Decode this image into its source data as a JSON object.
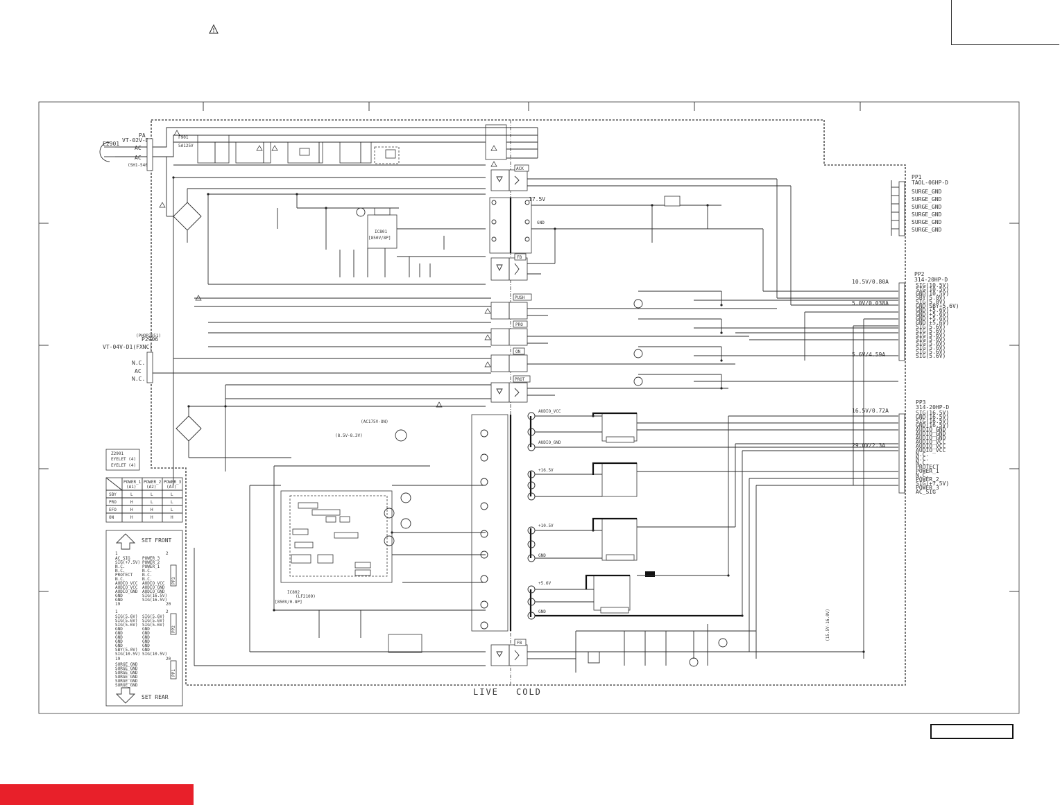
{
  "colors": {
    "accent_red": "#e8202a",
    "wire": "#2a2a2a"
  },
  "icons": {
    "warning": "warning-triangle-icon"
  },
  "primary": {
    "plug_label": "E2901",
    "pa_title": "PA",
    "pa_part": "VT-02V-D",
    "ac1": "AC",
    "ac2": "AC",
    "pa_note": "(SH1-5407)",
    "pb_title": "P2906",
    "pb_part": "VT-04V-D1(FXNC)",
    "pb_part2": "(PHOR2851)",
    "nc1": "N.C.",
    "ac3": "AC",
    "nc2": "N.C.",
    "fuse": "F901",
    "fuse_val": "5A125V",
    "ic_main": "IC801",
    "ic_main_part": "[850V/8P]",
    "ic_sub": "IC802",
    "ic_sub_part": "[850V/0.8P]",
    "ac_note": "(AC175V-ON)",
    "v_note": "(8.5V-8.3V)",
    "t_note": "(LF2109)"
  },
  "secondary": {
    "ack": "ACK",
    "v175": "17.5V",
    "gnd": "GND",
    "fb1": "FB",
    "push": "PUSH",
    "pro": "PRO",
    "on": "ON",
    "prot": "PROT",
    "audio_vcc": "AUDIO_VCC",
    "audio_gnd": "AUDIO_GND",
    "v165": "+16.5V",
    "v105": "+10.5V",
    "gnd2": "GND",
    "v56": "+5.6V",
    "gnd3": "GND",
    "fb2": "FB",
    "vert_note": "(15.5V-16.0V)",
    "live": "LIVE",
    "cold": "COLD"
  },
  "connectors": {
    "pp1": {
      "title": "PP1",
      "part": "TAOL-06HP-D",
      "pins": [
        "SURGE_GND",
        "SURGE_GND",
        "SURGE_GND",
        "SURGE_GND",
        "SURGE_GND",
        "SURGE_GND"
      ]
    },
    "pp2": {
      "title": "PP2",
      "part": "314-20HP-D",
      "pins": [
        "SIG(10.5V)",
        "SIG(10.5V)",
        "GND(10.5V)",
        "SBY(5.0V)",
        "SIG(5.0V)",
        "GND(SBY+5.6V)",
        "GND(+5.6V)",
        "GND(+5.6V)",
        "GND(+5.6V)",
        "GND(+5.6V)",
        "SIG(5.6V)",
        "SIG(5.6V)",
        "SIG(5.6V)",
        "SIG(5.6V)",
        "SIG(5.6V)",
        "SIG(5.6V)",
        "SIG(5.6V)",
        "SIG(5.6V)"
      ],
      "rating1": "10.5V/0.80A",
      "rating2": "5.0V/0.038A",
      "rating3": "5.6V/4.59A"
    },
    "pp3": {
      "title": "PP3",
      "part": "314-20HP-D",
      "pins": [
        "SIG(16.5V)",
        "GND(16.5V)",
        "SIG(16.5V)",
        "GND(16.5V)",
        "AUDIO_GND",
        "AUDIO_GND",
        "AUDIO_GND",
        "AUDIO_VCC",
        "AUDIO_VCC",
        "AUDIO_VCC",
        "N.C.",
        "N.C.",
        "N.C.",
        "PROTECT",
        "POWER_1",
        "N.C.",
        "POWER_2",
        "SIG(+7.5V)",
        "POWER_3",
        "AC_SIG"
      ],
      "rating1": "16.5V/0.72A",
      "rating2": "29.0V/2.3A"
    }
  },
  "power_table": {
    "headers": [
      "POWER_1",
      "POWER_2",
      "POWER_3"
    ],
    "subheaders": [
      "(A1)",
      "(A2)",
      "(A3)"
    ],
    "rows": [
      {
        "label": "SBY",
        "vals": [
          "L",
          "L",
          "L"
        ]
      },
      {
        "label": "PRO",
        "vals": [
          "H",
          "L",
          "L"
        ]
      },
      {
        "label": "EFO",
        "vals": [
          "H",
          "H",
          "L"
        ]
      },
      {
        "label": "ON",
        "vals": [
          "H",
          "H",
          "H"
        ]
      }
    ]
  },
  "legend": {
    "set_front": "SET FRONT",
    "set_rear": "SET REAR",
    "pin1": "1",
    "pin2": "2",
    "pin19": "19",
    "pin20": "20",
    "group1_left": [
      "AC_SIG",
      "SIG(+7.5V)",
      "N.C.",
      "N.C.",
      "PROTECT",
      "N.C.",
      "AUDIO_VCC",
      "AUDIO_VCC",
      "AUDIO_GND",
      "GND",
      "GND"
    ],
    "group1_right": [
      "POWER_3",
      "POWER_2",
      "POWER_1",
      "N.C.",
      "N.C.",
      "N.C.",
      "AUDIO_VCC",
      "AUDIO_GND",
      "AUDIO_GND",
      "SIG(16.5V)",
      "SIG(16.5V)"
    ],
    "group2_left": [
      "SIG(5.6V)",
      "SIG(5.6V)",
      "SIG(5.6V)",
      "GND",
      "GND",
      "GND",
      "GND",
      "GND",
      "SBY(5.0V)",
      "SIG(10.5V)"
    ],
    "group2_right": [
      "SIG(5.6V)",
      "SIG(5.6V)",
      "SIG(5.6V)",
      "GND",
      "GND",
      "GND",
      "GND",
      "GND",
      "GND",
      "SIG(10.5V)"
    ],
    "group3": [
      "SURGE_GND",
      "SURGE_GND",
      "SURGE_GND",
      "SURGE_GND",
      "SURGE_GND",
      "SURGE_GND"
    ],
    "tag1": "PP3",
    "tag2": "PP2",
    "tag3": "PP1",
    "box_l1": "Z2901",
    "box_l2": "EYELET (4)",
    "box_l3": "EYELET (4)"
  }
}
